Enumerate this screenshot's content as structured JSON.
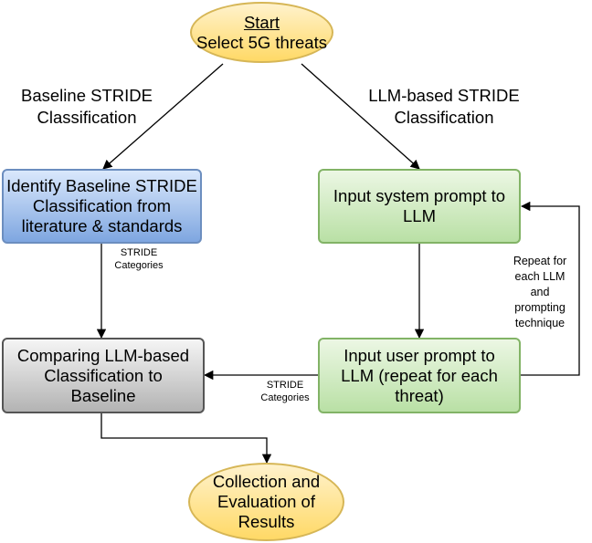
{
  "nodes": {
    "start": {
      "title": "Start",
      "line1": "Select 5G threats"
    },
    "identify_baseline": {
      "lines": [
        "Identify Baseline STRIDE",
        "Classification from",
        "literature & standards"
      ]
    },
    "system_prompt": {
      "lines": [
        "Input system prompt to",
        "LLM"
      ]
    },
    "user_prompt": {
      "lines": [
        "Input user prompt to",
        "LLM (repeat for each",
        "threat)"
      ]
    },
    "comparing": {
      "lines": [
        "Comparing LLM-based",
        "Classification to",
        "Baseline"
      ]
    },
    "collection": {
      "lines": [
        "Collection and",
        "Evaluation of",
        "Results"
      ]
    }
  },
  "edge_labels": {
    "baseline_stride": [
      "Baseline STRIDE",
      "Classification"
    ],
    "llm_stride": [
      "LLM-based STRIDE",
      "Classification"
    ],
    "stride_categories_left": [
      "STRIDE",
      "Categories"
    ],
    "stride_categories_bottom": [
      "STRIDE",
      "Categories"
    ],
    "repeat_loop": [
      "Repeat for",
      "each LLM",
      "and",
      "prompting",
      "technique"
    ]
  }
}
